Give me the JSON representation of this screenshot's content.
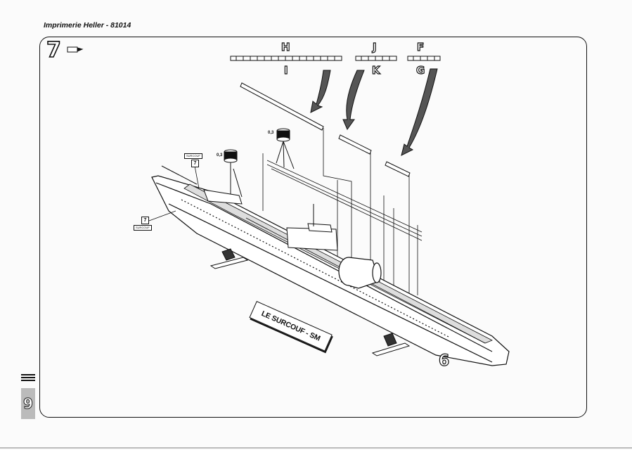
{
  "header": {
    "title": "Imprimerie Heller - 81014"
  },
  "step": {
    "number": "7"
  },
  "parts": {
    "h": "H",
    "i": "I",
    "j": "J",
    "k": "K",
    "f": "F",
    "g": "G"
  },
  "dimensions": {
    "a": "0,3",
    "b": "0,3"
  },
  "labels": {
    "tag_top": "SURCOUF",
    "tag_left": "SURCOUF",
    "num_top": "7",
    "num_left": "7"
  },
  "plate": {
    "text": "LE SURCOUF - SM"
  },
  "stand_number": "6",
  "page_number": "9"
}
